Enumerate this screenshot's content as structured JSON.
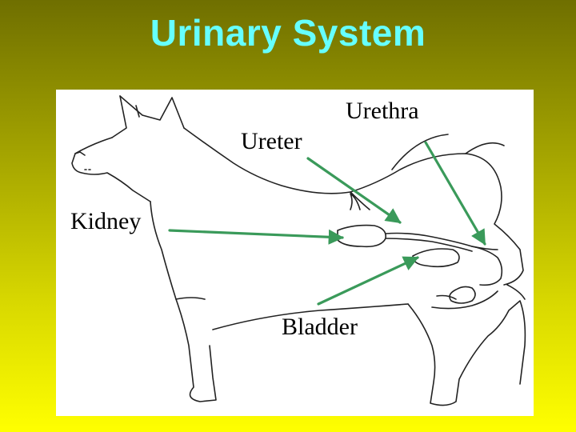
{
  "title": "Urinary System",
  "labels": {
    "ureter": "Ureter",
    "urethra": "Urethra",
    "kidney": "Kidney",
    "bladder": "Bladder"
  },
  "colors": {
    "title": "#66ffff",
    "arrow": "#3a9a5a",
    "panel": "#ffffff",
    "outline": "#222222"
  }
}
